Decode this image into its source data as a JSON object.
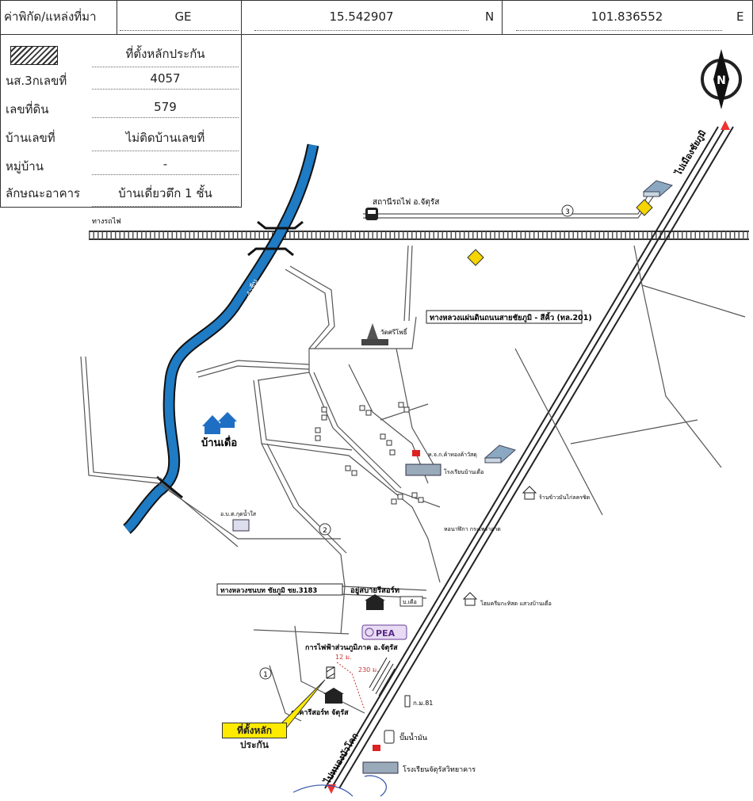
{
  "header": {
    "source_label": "ค่าพิกัด/แหล่งที่มา",
    "source_value": "GE",
    "lat_value": "15.542907",
    "lat_dir": "N",
    "lon_value": "101.836552",
    "lon_dir": "E"
  },
  "info_table": {
    "legend_title": "ที่ตั้งหลักประกัน",
    "rows": [
      {
        "label": "นส.3กเลขที่",
        "value": "4057"
      },
      {
        "label": "เลขที่ดิน",
        "value": "579"
      },
      {
        "label": "บ้านเลขที่",
        "value": "ไม่ติดบ้านเลขที่"
      },
      {
        "label": "หมู่บ้าน",
        "value": "-"
      },
      {
        "label": "ลักษณะอาคาร",
        "value": "บ้านเดี่ยวตึก 1 ชั้น"
      }
    ]
  },
  "map": {
    "north": "N",
    "railway": "ทางรถไฟ",
    "station": "สถานีรถไฟ อ.จัตุรัส",
    "to_chaiyaphum": "ไปเมืองชัยภูมิ",
    "to_nong_bua": "ไปหนองบัวโคก",
    "highway_201": "ทางหลวงแผ่นดินถนนสายชัยภูมิ - สีคิ้ว (ทล.201)",
    "rural_road": "ทางหลวงชนบท ชัยภูมิ  ชย.3183",
    "temple": "วัดศรีโพธิ์",
    "village": "บ้านเดื่อ",
    "canal": "คลองลำชีบ",
    "school_ban_duea": "โรงเรียนบ้านเดื่อ",
    "coop": "ห.จ.ก.ค้าทองค้าวัสดุ",
    "rice_mill": "ร้านข้าวมันไก่ลครชิด",
    "tambon_office": "อ.บ.ต.กุดน้ำใส",
    "dorm": "หอนาฬิกา กระเพราอาด",
    "apartment": "อยู่สบายรีสอร์ท",
    "mart": "บ.เดือ",
    "home_shop": "โฮมครีมกะทิสด แสวงบ้านเดื่อ",
    "pea_logo": "PEA",
    "pea_office": "การไฟฟ้าส่วนภูมิภาค อ.จัตุรัส",
    "dist_12": "12 ม.",
    "dist_230": "230 ม.",
    "resort": "คงคารีสอร์ท จัตุรัส",
    "km": "ก.ม.81",
    "gas": "ปั๊มน้ำมัน",
    "school_chaturat": "โรงเรียนจัตุรัสวิทยาคาร",
    "route_1": "1",
    "route_2": "2",
    "route_3": "3",
    "callout": "ที่ตั้งหลักประกัน"
  },
  "colors": {
    "river": "#1e7bc4",
    "sign": "#f5d400",
    "callout": "#ffeb00",
    "pointer": "#e33"
  }
}
